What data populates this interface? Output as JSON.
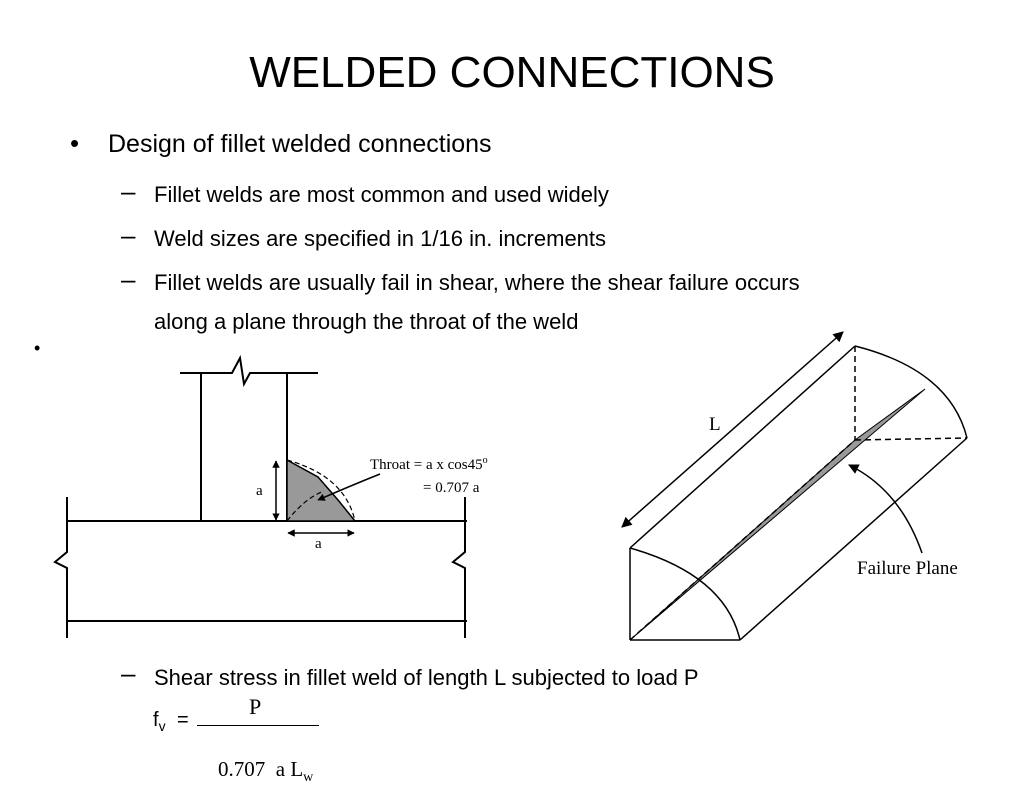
{
  "slide": {
    "title": "WELDED CONNECTIONS",
    "bullet_main": "Design of fillet welded connections",
    "sub_bullets": [
      "Fillet welds are most common and used widely",
      "Weld sizes are specified in 1/16 in. increments",
      "Fillet welds are usually fail in shear, where the shear failure occurs",
      "along a plane through the throat of the weld"
    ],
    "shear_bullet": "Shear stress in fillet weld of length L subjected to load P"
  },
  "left_figure": {
    "dim_leg_vertical": "a",
    "dim_leg_horizontal": "a",
    "throat_line1": "Throat = a x cos45",
    "throat_sup": "o",
    "throat_line2": "= 0.707 a"
  },
  "right_figure": {
    "length_label": "L",
    "failure_plane_label": "Failure Plane"
  },
  "formula": {
    "lhs": "f",
    "lhs_sub": "v",
    "equals": "=",
    "numerator": "P",
    "denominator_main": "0.707  a L",
    "denominator_sub": "w"
  },
  "colors": {
    "weld_fill": "#999999",
    "line": "#000000"
  }
}
